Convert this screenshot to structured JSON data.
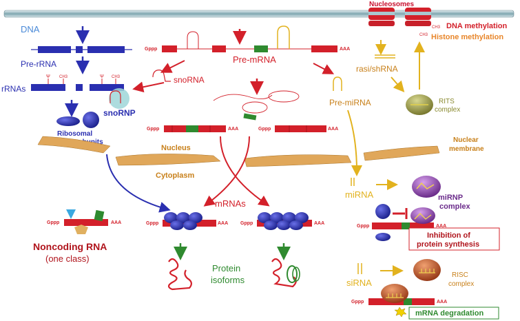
{
  "labels": {
    "dna": "DNA",
    "nucleosomes": "Nucleosomes",
    "dna_methylation": "DNA methylation",
    "histone_methylation": "Histone methylation",
    "ch3": "CH3",
    "pre_rrna": "Pre-rRNA",
    "rrnas": "rRNAs",
    "psi": "Ψ",
    "snorna": "snoRNA",
    "snornp": "snoRNP",
    "ribosomal_subunits_1": "Ribosomal",
    "ribosomal_subunits_2": "subunits",
    "pre_mrna": "Pre-mRNA",
    "gppp": "Gppp",
    "aaa": "AAA",
    "rasi_shrna": "rasi/shRNA",
    "rits_1": "RITS",
    "rits_2": "complex",
    "pre_mirna": "Pre-miRNA",
    "nucleus": "Nucleus",
    "cytoplasm": "Cytoplasm",
    "nuclear_membrane_1": "Nuclear",
    "nuclear_membrane_2": "membrane",
    "mrnas": "mRNAs",
    "mirna": "miRNA",
    "mirnp_1": "miRNP",
    "mirnp_2": "complex",
    "inhibition_1": "Inhibition of",
    "inhibition_2": "protein synthesis",
    "noncoding_1": "Noncoding RNA",
    "noncoding_2": "(one class)",
    "protein_1": "Protein",
    "protein_2": "isoforms",
    "sirna": "siRNA",
    "risc_1": "RISC",
    "risc_2": "complex",
    "mrna_degradation": "mRNA degradation"
  },
  "colors": {
    "dna_blue": "#3a3fc4",
    "rna_red": "#d3202a",
    "exon_green": "#2f8a2f",
    "membrane_tan": "#e0a75a",
    "mirna_orange": "#e2b21e",
    "ribosome_blue": "#2a2fb0"
  }
}
